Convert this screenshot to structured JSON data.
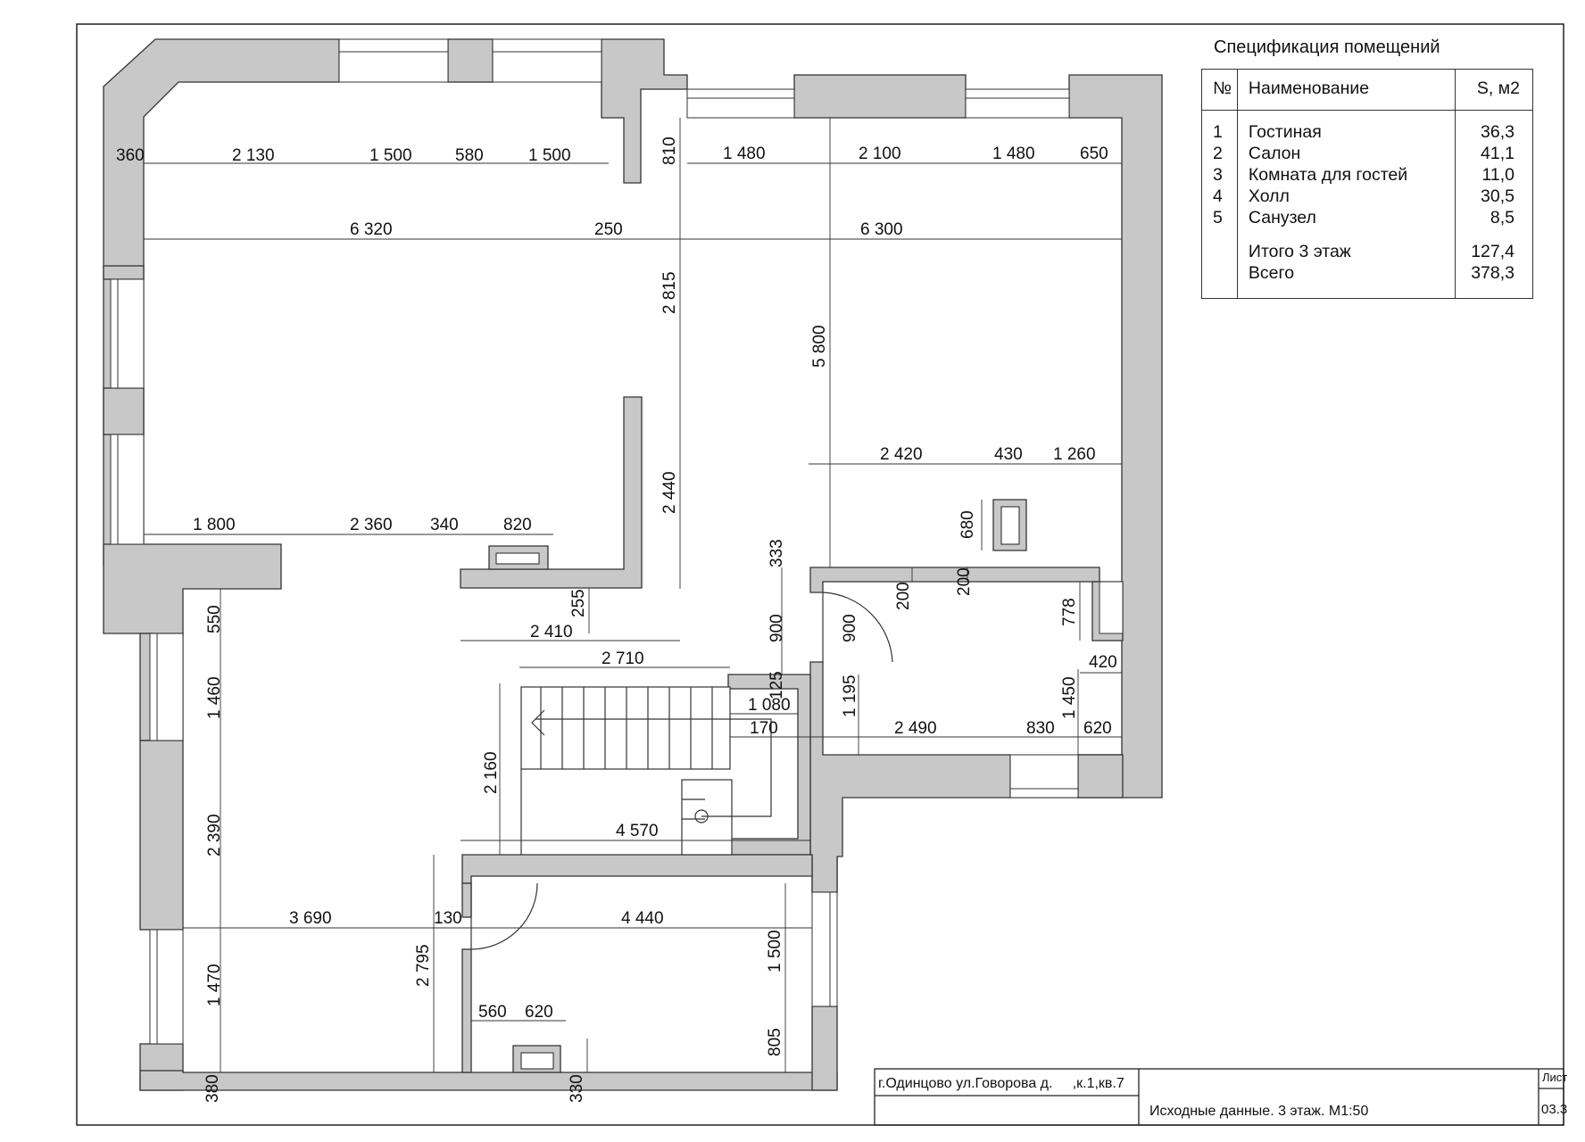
{
  "spec": {
    "title": "Спецификация помещений",
    "headers": {
      "num": "№",
      "name": "Наименование",
      "area": "S, м2"
    },
    "rooms": [
      {
        "num": "1",
        "name": "Гостиная",
        "area": "36,3"
      },
      {
        "num": "2",
        "name": "Салон",
        "area": "41,1"
      },
      {
        "num": "3",
        "name": "Комната для гостей",
        "area": "11,0"
      },
      {
        "num": "4",
        "name": "Холл",
        "area": "30,5"
      },
      {
        "num": "5",
        "name": "Санузел",
        "area": "8,5"
      }
    ],
    "totals": [
      {
        "name": "Итого 3 этаж",
        "area": "127,4"
      },
      {
        "name": "Всего",
        "area": "378,3"
      }
    ]
  },
  "title_block": {
    "address": "г.Одинцово ул.Говорова д.     ,к.1,кв.7",
    "drawing_title": "Исходные данные. 3 этаж. М1:50",
    "sheet_label": "Лист",
    "sheet_number": "03.3"
  },
  "dims": [
    "360",
    "2 130",
    "1 500",
    "580",
    "1 500",
    "810",
    "1 480",
    "2 100",
    "1 480",
    "650",
    "6 320",
    "250",
    "6 300",
    "2 815",
    "5 800",
    "2 420",
    "430",
    "1 260",
    "2 440",
    "1 800",
    "2 360",
    "340",
    "820",
    "680",
    "333",
    "255",
    "200",
    "200",
    "550",
    "900",
    "900",
    "778",
    "2 410",
    "2 710",
    "420",
    "1 460",
    "125",
    "1 080",
    "1 195",
    "1 450",
    "170",
    "2 490",
    "830",
    "620",
    "2 160",
    "4 570",
    "2 390",
    "3 690",
    "130",
    "4 440",
    "2 795",
    "1 500",
    "1 470",
    "560",
    "620",
    "805",
    "380",
    "330"
  ]
}
